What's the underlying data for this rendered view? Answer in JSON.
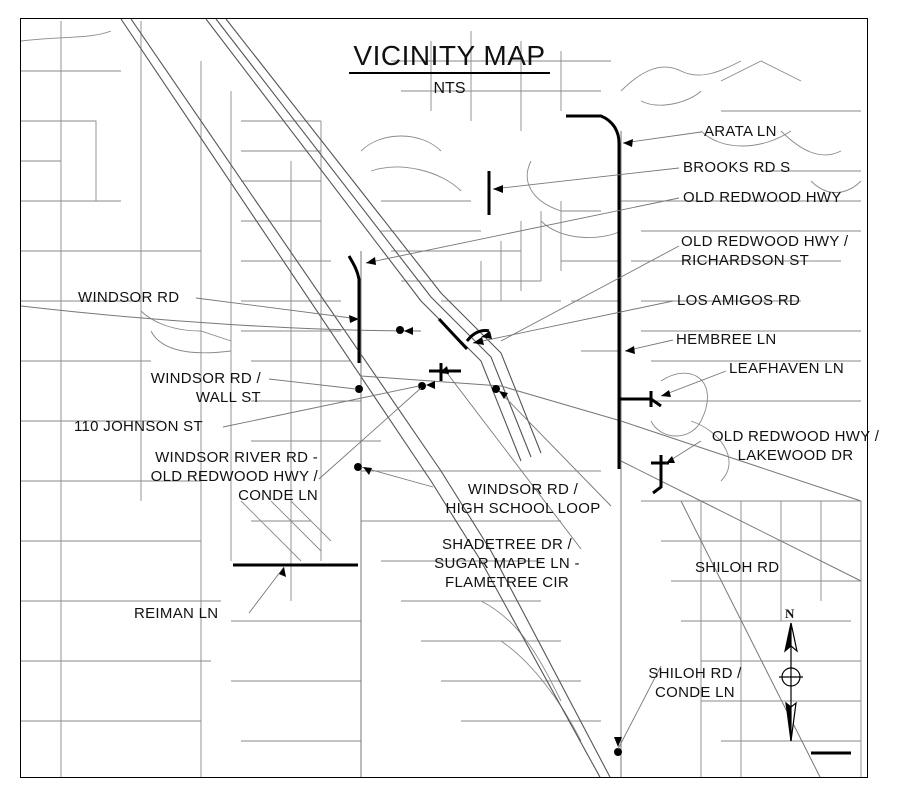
{
  "title": "VICINITY MAP",
  "scale_note": "NTS",
  "north_label": "N",
  "labels": {
    "arata_ln": [
      "ARATA LN"
    ],
    "brooks_rd_s": [
      "BROOKS RD S"
    ],
    "old_redwood_hwy": [
      "OLD REDWOOD HWY"
    ],
    "old_redwood_richardson": [
      "OLD REDWOOD HWY /",
      "RICHARDSON ST"
    ],
    "windsor_rd": [
      "WINDSOR RD"
    ],
    "los_amigos_rd": [
      "LOS AMIGOS RD"
    ],
    "hembree_ln": [
      "HEMBREE LN"
    ],
    "leafhaven_ln": [
      "LEAFHAVEN LN"
    ],
    "windsor_wall": [
      "WINDSOR RD /",
      "WALL ST"
    ],
    "johnson_st": [
      "110 JOHNSON ST"
    ],
    "old_redwood_lakewood": [
      "OLD REDWOOD HWY /",
      "LAKEWOOD DR"
    ],
    "windsor_river": [
      "WINDSOR RIVER RD -",
      "OLD REDWOOD HWY /",
      "CONDE LN"
    ],
    "windsor_high_school": [
      "WINDSOR RD /",
      "HIGH SCHOOL LOOP"
    ],
    "shadetree": [
      "SHADETREE DR /",
      "SUGAR MAPLE LN -",
      "FLAMETREE CIR"
    ],
    "shiloh_rd": [
      "SHILOH RD"
    ],
    "reiman_ln": [
      "REIMAN LN"
    ],
    "shiloh_conde": [
      "SHILOH RD /",
      "CONDE LN"
    ]
  }
}
